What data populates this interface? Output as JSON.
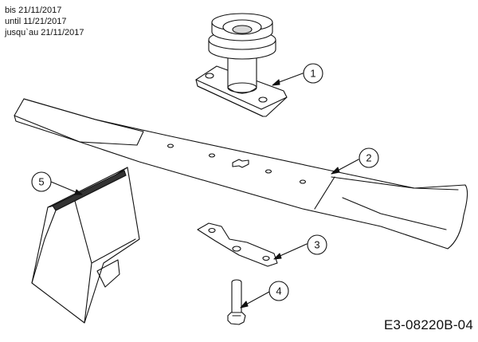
{
  "validity_notes": [
    "bis 21/11/2017",
    "until 11/21/2017",
    "jusqu`au 21/11/2017"
  ],
  "callouts": [
    {
      "number": "1",
      "part": "spindle pulley"
    },
    {
      "number": "2",
      "part": "blade"
    },
    {
      "number": "3",
      "part": "blade adapter"
    },
    {
      "number": "4",
      "part": "bolt"
    },
    {
      "number": "5",
      "part": "mulch plug"
    }
  ],
  "drawing_id": "E3-08220B-04"
}
